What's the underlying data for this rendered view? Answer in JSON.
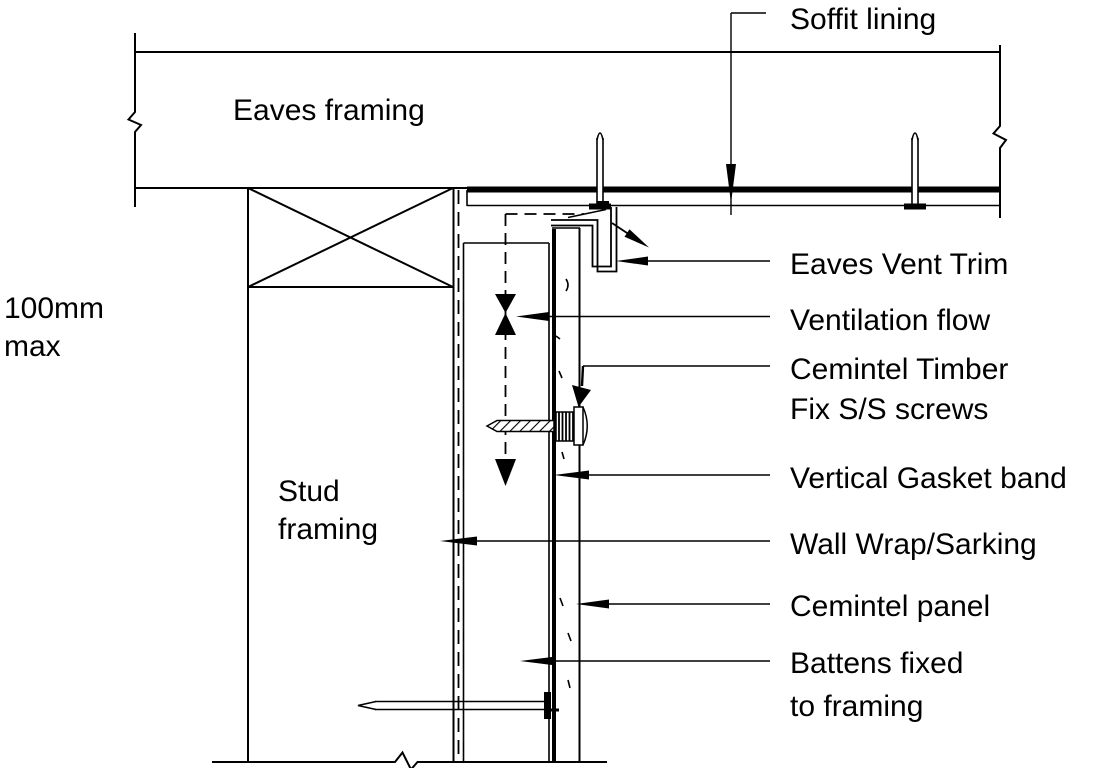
{
  "drawing": {
    "type": "construction-detail-section",
    "subject": "Eaves ventilation detail with Cemintel panel cladding",
    "colors": {
      "ink": "#000000",
      "paper": "#ffffff"
    },
    "labels": {
      "soffit_lining": "Soffit lining",
      "eaves_framing": "Eaves framing",
      "dim_line1": "100mm",
      "dim_line2": "max",
      "stud_line1": "Stud",
      "stud_line2": "framing",
      "eaves_vent_trim": "Eaves Vent Trim",
      "ventilation_flow": "Ventilation flow",
      "screws_line1": "Cemintel Timber",
      "screws_line2": "Fix S/S screws",
      "gasket": "Vertical Gasket band",
      "wall_wrap": "Wall Wrap/Sarking",
      "panel": "Cemintel panel",
      "battens_line1": "Battens fixed",
      "battens_line2": "to framing"
    }
  }
}
